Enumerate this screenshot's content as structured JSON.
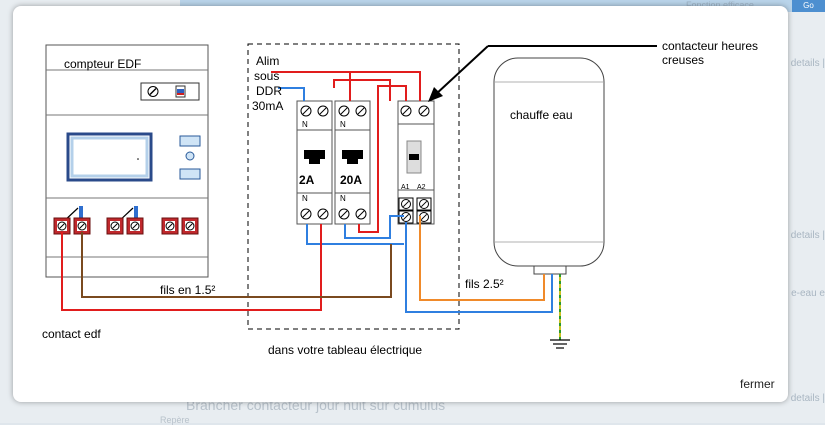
{
  "background": {
    "topbar_text": "Fonction efficace ...",
    "topbar_button": "Go",
    "side_labels": [
      "details |",
      "details |",
      "e-eau e",
      "details |"
    ],
    "bottom_text": "Brancher contacteur jour nuit sur cumulus",
    "bottom_text2": "Repère"
  },
  "diagram": {
    "compteur_label": "compteur  EDF",
    "alim_label_lines": [
      "Alim",
      "sous",
      "DDR",
      "30mA"
    ],
    "breaker_1_rating": "2A",
    "breaker_2_rating": "20A",
    "terminal_n": "N",
    "terminal_a1": "A1",
    "terminal_a2": "A2",
    "contactor_label": "contacteur heures\ncreuses",
    "heater_label": "chauffe eau",
    "wire_15_label": "fils en 1.5²",
    "wire_25_label": "fils 2.5²",
    "contact_label": "contact edf",
    "panel_label": "dans votre tableau électrique"
  },
  "close_label": "fermer",
  "colors": {
    "phase": "#e11d1d",
    "neutral": "#2f7fe0",
    "contact": "#7a4a1f",
    "heater_feed": "#f08a2a",
    "earth": "#c8c020",
    "earth_stripe": "#2a9a2a",
    "terminal": "#c0282c"
  }
}
